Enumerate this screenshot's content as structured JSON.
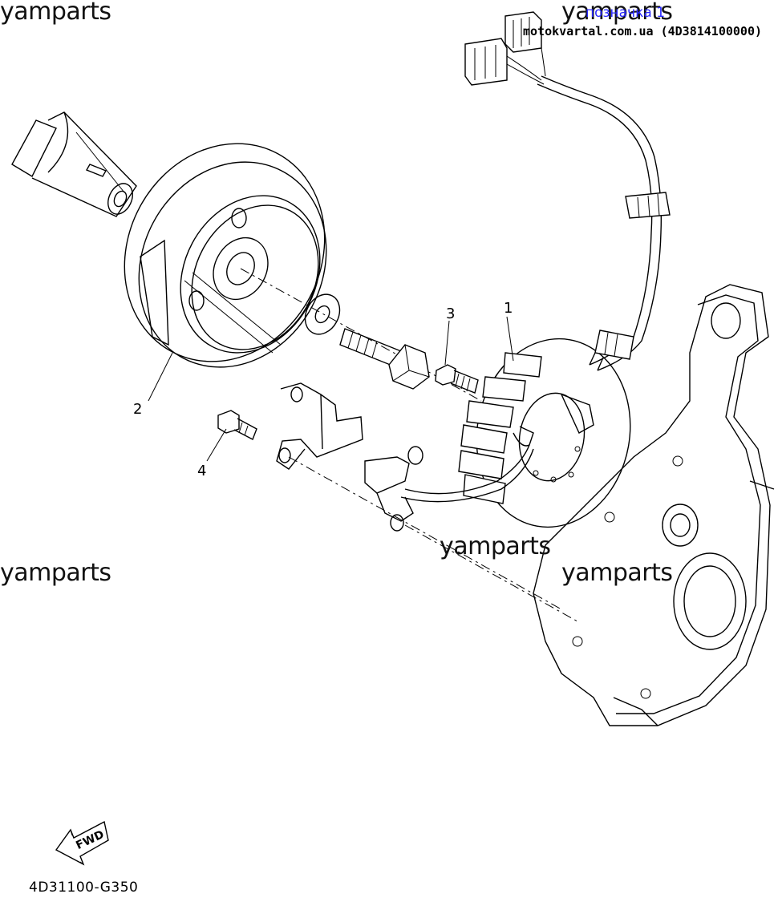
{
  "watermarks": [
    "yamparts",
    "yamparts",
    "yamparts",
    "yamparts",
    "yamparts"
  ],
  "ref_link": "позначка 1",
  "source": "motokvartal.com.ua (4D3814100000)",
  "callouts": [
    "1",
    "2",
    "3",
    "4"
  ],
  "fwd_label": "FWD",
  "diagram_code": "4D31100-G350",
  "icons": [
    "fwd-arrow-icon"
  ]
}
